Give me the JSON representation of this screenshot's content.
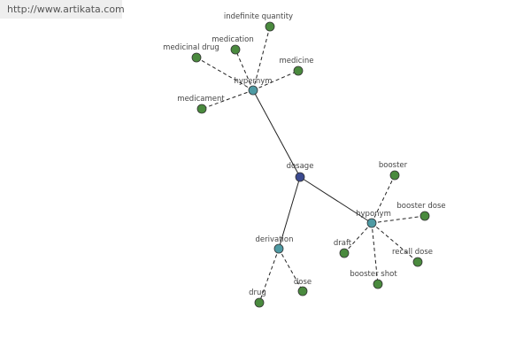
{
  "source_link": "http://www.artikata.com",
  "colors": {
    "center": "#3b4a8f",
    "hub": "#4e9aa3",
    "leaf": "#4a8a3e",
    "edge": "#222222",
    "label": "#444444"
  },
  "graph": {
    "nodes": [
      {
        "id": "dosage",
        "label": "dosage",
        "kind": "center"
      },
      {
        "id": "hypernym",
        "label": "hypernym",
        "kind": "hub"
      },
      {
        "id": "hyponym",
        "label": "hyponym",
        "kind": "hub"
      },
      {
        "id": "derivation",
        "label": "derivation",
        "kind": "hub"
      },
      {
        "id": "indefinite-quantity",
        "label": "indefinite quantity",
        "kind": "leaf"
      },
      {
        "id": "medication",
        "label": "medication",
        "kind": "leaf"
      },
      {
        "id": "medicinal-drug",
        "label": "medicinal drug",
        "kind": "leaf"
      },
      {
        "id": "medicine",
        "label": "medicine",
        "kind": "leaf"
      },
      {
        "id": "medicament",
        "label": "medicament",
        "kind": "leaf"
      },
      {
        "id": "booster",
        "label": "booster",
        "kind": "leaf"
      },
      {
        "id": "booster-dose",
        "label": "booster dose",
        "kind": "leaf"
      },
      {
        "id": "draft",
        "label": "draft",
        "kind": "leaf"
      },
      {
        "id": "recall-dose",
        "label": "recall dose",
        "kind": "leaf"
      },
      {
        "id": "booster-shot",
        "label": "booster shot",
        "kind": "leaf"
      },
      {
        "id": "drug",
        "label": "drug",
        "kind": "leaf"
      },
      {
        "id": "dose",
        "label": "dose",
        "kind": "leaf"
      }
    ],
    "edges": [
      {
        "from": "dosage",
        "to": "hypernym",
        "style": "solid"
      },
      {
        "from": "dosage",
        "to": "hyponym",
        "style": "solid"
      },
      {
        "from": "dosage",
        "to": "derivation",
        "style": "solid"
      },
      {
        "from": "hypernym",
        "to": "indefinite-quantity",
        "style": "dashed"
      },
      {
        "from": "hypernym",
        "to": "medication",
        "style": "dashed"
      },
      {
        "from": "hypernym",
        "to": "medicinal-drug",
        "style": "dashed"
      },
      {
        "from": "hypernym",
        "to": "medicine",
        "style": "dashed"
      },
      {
        "from": "hypernym",
        "to": "medicament",
        "style": "dashed"
      },
      {
        "from": "hyponym",
        "to": "booster",
        "style": "dashed"
      },
      {
        "from": "hyponym",
        "to": "booster-dose",
        "style": "dashed"
      },
      {
        "from": "hyponym",
        "to": "draft",
        "style": "dashed"
      },
      {
        "from": "hyponym",
        "to": "recall-dose",
        "style": "dashed"
      },
      {
        "from": "hyponym",
        "to": "booster-shot",
        "style": "dashed"
      },
      {
        "from": "derivation",
        "to": "drug",
        "style": "dashed"
      },
      {
        "from": "derivation",
        "to": "dose",
        "style": "dashed"
      }
    ]
  }
}
